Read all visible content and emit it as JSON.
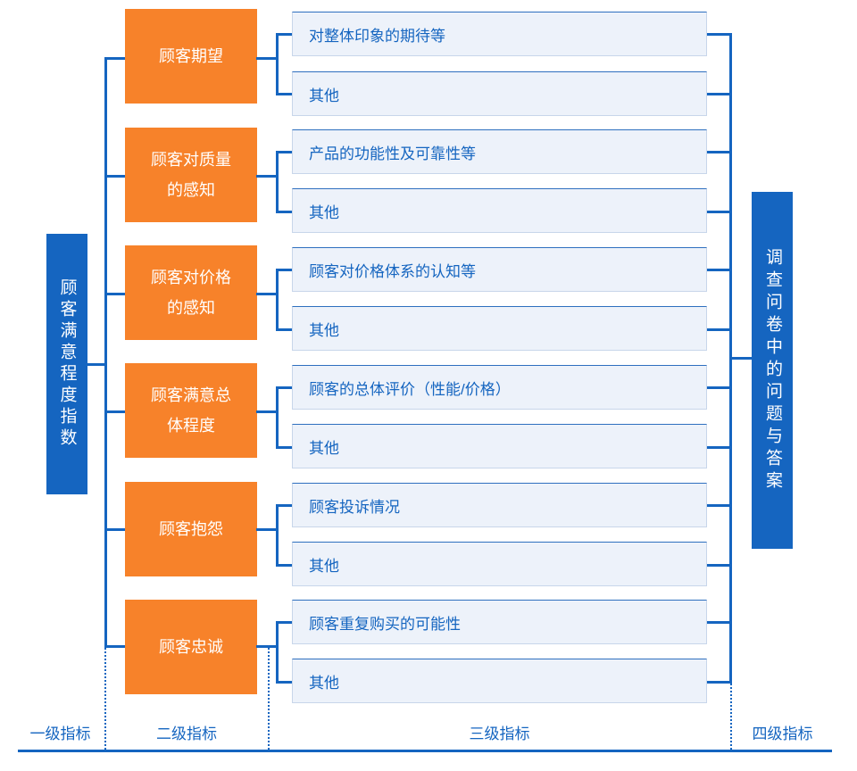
{
  "diagram": {
    "title_level1": "顾客满意程度指数",
    "level4_label": "调查问卷中的问题与答案",
    "accent_blue": "#1565C0",
    "accent_orange": "#F7822A",
    "level3_fill": "#EDF2FA",
    "level2": [
      {
        "label": "顾客期望"
      },
      {
        "label": "顾客对质量的感知"
      },
      {
        "label": "顾客对价格的感知"
      },
      {
        "label": "顾客满意总体程度"
      },
      {
        "label": "顾客抱怨"
      },
      {
        "label": "顾客忠诚"
      }
    ],
    "level3": [
      {
        "label": "对整体印象的期待等"
      },
      {
        "label": "其他"
      },
      {
        "label": "产品的功能性及可靠性等"
      },
      {
        "label": "其他"
      },
      {
        "label": "顾客对价格体系的认知等"
      },
      {
        "label": "其他"
      },
      {
        "label": "顾客的总体评价（性能/价格）"
      },
      {
        "label": "其他"
      },
      {
        "label": "顾客投诉情况"
      },
      {
        "label": "其他"
      },
      {
        "label": "顾客重复购买的可能性"
      },
      {
        "label": "其他"
      }
    ],
    "legend": [
      {
        "label": "一级指标"
      },
      {
        "label": "二级指标"
      },
      {
        "label": "三级指标"
      },
      {
        "label": "四级指标"
      }
    ]
  }
}
